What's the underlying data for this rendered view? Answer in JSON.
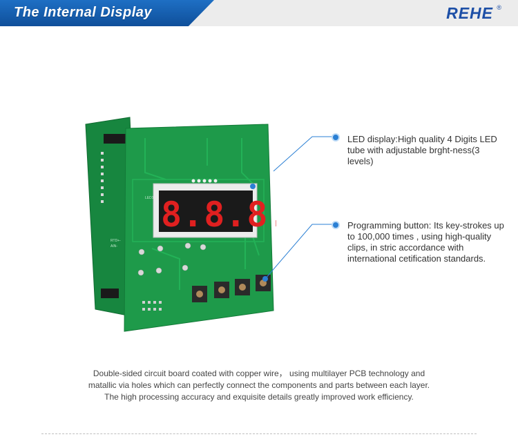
{
  "header": {
    "title": "The Internal Display",
    "brand": "REHE"
  },
  "colors": {
    "header_blue": "#1560b8",
    "brand_blue": "#1d4fa6",
    "pcb_green": "#1e9a4a",
    "led_red": "#e02020",
    "callout_blue": "#2a7fd4"
  },
  "board": {
    "display_digits": "8.8.8.8",
    "silkscreen": {
      "led_label": "LED1",
      "side_text_1": "RTD+-",
      "side_text_2": "AIN-"
    }
  },
  "callouts": [
    {
      "text": "LED display:High quality 4 Digits LED tube with adjustable brght-ness(3 levels)"
    },
    {
      "text": "Programming button:  Its key-strokes up to 100,000 times , using high-quality clips, in stric accordance with international cetification standards."
    }
  ],
  "description": {
    "line1": "Double-sided circuit board coated with copper wire， using multilayer PCB technology and",
    "line2": "matallic via holes which can perfectly connect the components and parts between each layer.",
    "line3": "The high processing accuracy and exquisite details greatly improved work efficiency."
  }
}
